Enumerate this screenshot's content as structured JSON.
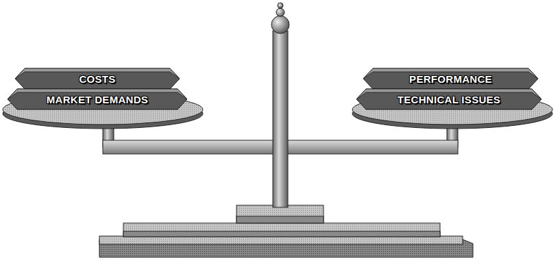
{
  "diagram": {
    "nodes": [
      {
        "text": [
          "COSTS"
        ]
      },
      {
        "text": [
          "MARKET DEMANDS"
        ]
      },
      {
        "text": [
          "PERFORMANCE"
        ]
      },
      {
        "text": [
          "TECHNICAL ISSUES"
        ]
      }
    ]
  }
}
